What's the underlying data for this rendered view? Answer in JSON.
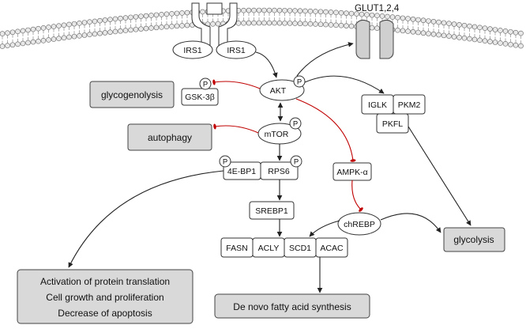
{
  "nodes": {
    "irs1_left": "IRS1",
    "irs1_right": "IRS1",
    "glut": "GLUT1,2,4",
    "akt": "AKT",
    "gsk3b": "GSK-3β",
    "mtor": "mTOR",
    "iglk": "IGLK",
    "pkm2": "PKM2",
    "pkfl": "PKFL",
    "ampk": "AMPK-α",
    "chrebp": "chREBP",
    "ebp1": "4E-BP1",
    "rps6": "RPS6",
    "srebp1": "SREBP1",
    "fasn": "FASN",
    "acly": "ACLY",
    "scd1": "SCD1",
    "acac": "ACAC"
  },
  "outcomes": {
    "glycogenolysis": "glycogenolysis",
    "autophagy": "autophagy",
    "glycolysis": "glycolysis",
    "translation_line1": "Activation of protein translation",
    "translation_line2": "Cell growth and proliferation",
    "translation_line3": "Decrease of apoptosis",
    "fatty_acid": "De novo fatty acid synthesis"
  },
  "phospho_label": "P",
  "colors": {
    "activation": "#222222",
    "inhibition": "#c00000",
    "outcome_fill": "#d9d9d9",
    "membrane": "#e8e8e8"
  }
}
